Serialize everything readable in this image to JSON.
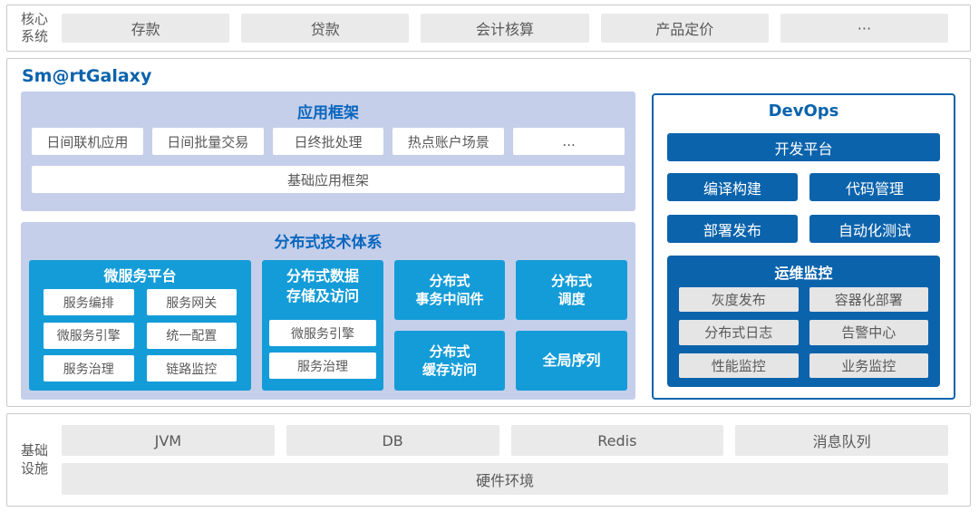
{
  "colors": {
    "brand_blue": "#0b63ac",
    "section_title_blue": "#0966be",
    "cyan_box": "#149cd8",
    "panel_background": "#c5cfea",
    "gray_box": "#eaeaea",
    "text_gray": "#595959",
    "frame_border": "#c9c9c9"
  },
  "core_systems": {
    "label_line1": "核心",
    "label_line2": "系统",
    "items": [
      "存款",
      "贷款",
      "会计核算",
      "产品定价",
      "···"
    ]
  },
  "platform": {
    "title": "Sm@rtGalaxy",
    "app_framework": {
      "title": "应用框架",
      "apps": [
        "日间联机应用",
        "日间批量交易",
        "日终批处理",
        "热点账户场景",
        "..."
      ],
      "base": "基础应用框架"
    },
    "distributed": {
      "title": "分布式技术体系",
      "microservice": {
        "title": "微服务平台",
        "items": [
          "服务编排",
          "服务网关",
          "微服务引擎",
          "统一配置",
          "服务治理",
          "链路监控"
        ]
      },
      "data_storage": {
        "title_line1": "分布式数据",
        "title_line2": "存储及访问",
        "items": [
          "微服务引擎",
          "服务治理"
        ]
      },
      "transaction_line1": "分布式",
      "transaction_line2": "事务中间件",
      "scheduler_line1": "分布式",
      "scheduler_line2": "调度",
      "cache_line1": "分布式",
      "cache_line2": "缓存访问",
      "sequence": "全局序列"
    },
    "devops": {
      "title": "DevOps",
      "dev_platform": "开发平台",
      "tools": [
        "编译构建",
        "代码管理",
        "部署发布",
        "自动化测试"
      ],
      "ops_monitor": {
        "title": "运维监控",
        "items": [
          "灰度发布",
          "容器化部署",
          "分布式日志",
          "告警中心",
          "性能监控",
          "业务监控"
        ]
      }
    }
  },
  "infrastructure": {
    "label_line1": "基础",
    "label_line2": "设施",
    "items": [
      "JVM",
      "DB",
      "Redis",
      "消息队列"
    ],
    "base": "硬件环境"
  }
}
